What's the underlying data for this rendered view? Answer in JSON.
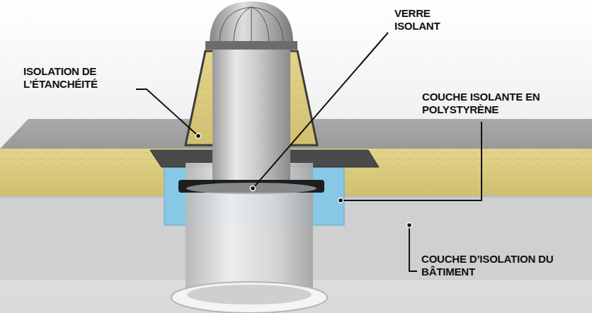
{
  "diagram": {
    "labels": [
      "ISOLATION DE L’ÉTANCHÉITÉ",
      "VERRE ISOLANT",
      "COUCHE ISOLANTE EN POLYSTYRÈNE",
      "COUCHE D’ISOLATION DU BÂTIMENT"
    ]
  }
}
